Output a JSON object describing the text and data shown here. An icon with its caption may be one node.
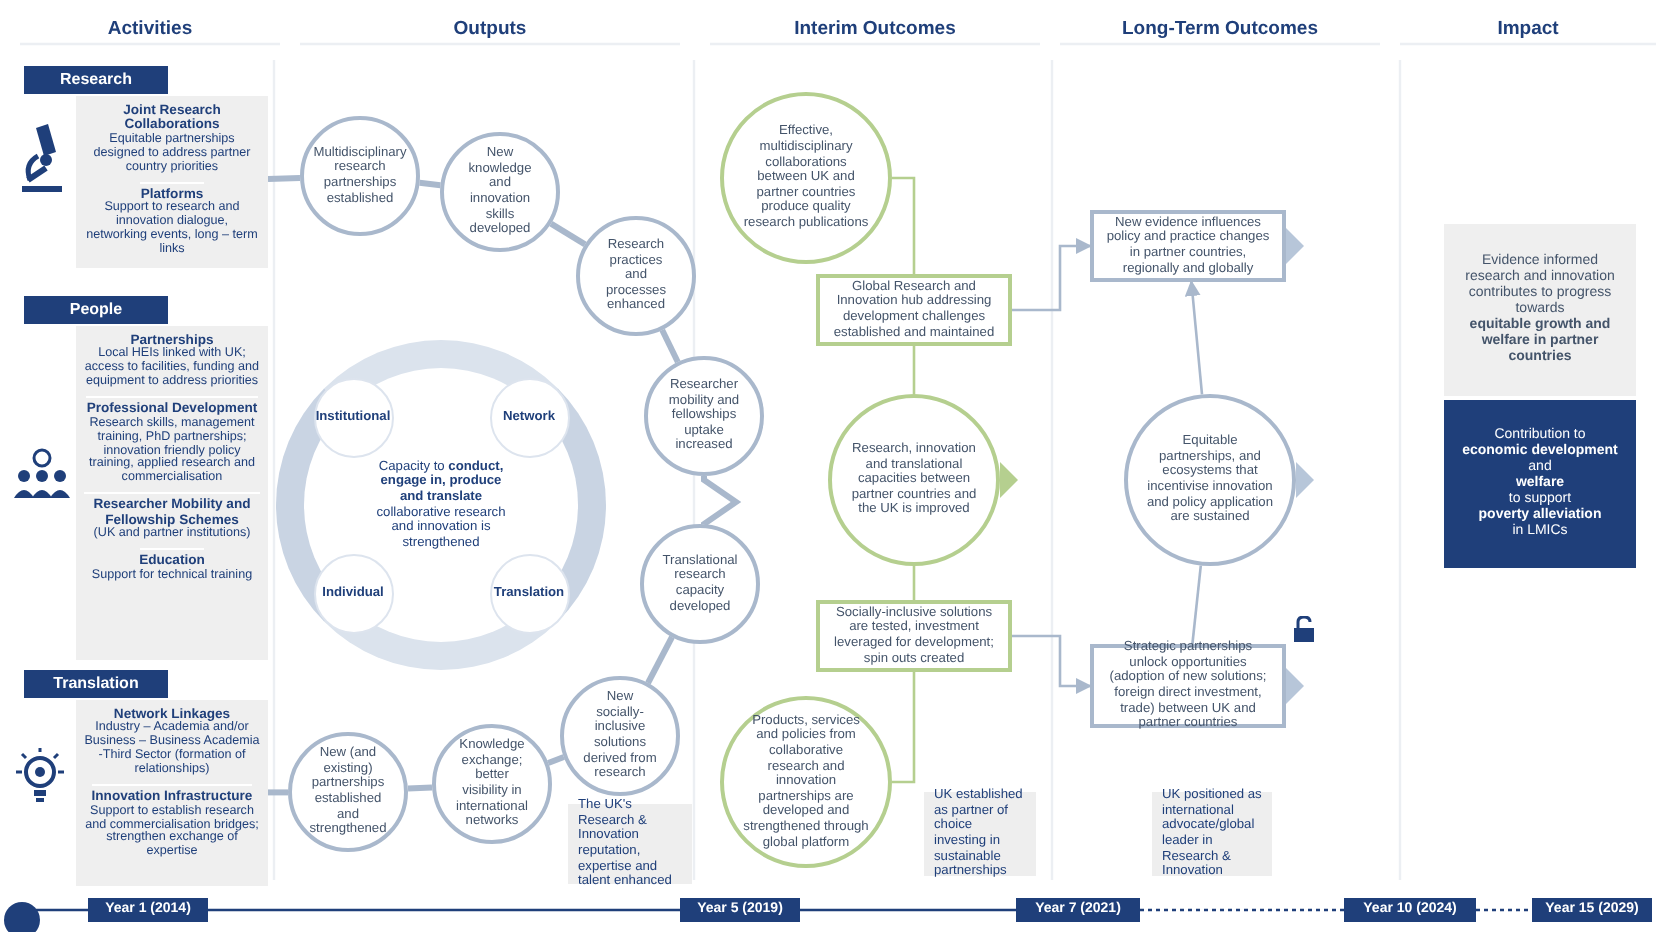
{
  "diagram": {
    "nodes": [
      {
        "text": [
          "Research"
        ]
      },
      {
        "text": [
          "Joint Research Collaborations",
          "Equitable partnerships designed to address partner country priorities",
          "Platforms",
          "Support to research and innovation dialogue, networking events, long – term links"
        ]
      },
      {
        "text": [
          "People"
        ]
      },
      {
        "text": [
          "Partnerships",
          "Local HEIs linked with UK; access to facilities, funding and equipment to address priorities",
          "Professional Development",
          "Research skills, management training, PhD partnerships; innovation friendly policy training, applied research and commercialisation",
          "Researcher Mobility and Fellowship Schemes",
          "(UK and partner institutions)",
          "Education",
          "Support for technical training"
        ]
      },
      {
        "text": [
          "Translation"
        ]
      },
      {
        "text": [
          "Network Linkages",
          "Industry – Academia and/or Business – Business Academia -Third Sector (formation of relationships)",
          "Innovation Infrastructure",
          "Support to establish research and commercialisation bridges; strengthen exchange of expertise"
        ]
      },
      {
        "text": [
          "Multidisciplinary research partnerships established"
        ]
      },
      {
        "text": [
          "New knowledge and innovation skills developed"
        ]
      },
      {
        "text": [
          "Research practices and processes enhanced"
        ]
      },
      {
        "text": [
          "Researcher mobility and fellowships uptake increased"
        ]
      },
      {
        "text": [
          "Translational research capacity developed"
        ]
      },
      {
        "text": [
          "New socially-inclusive solutions derived from research"
        ]
      },
      {
        "text": [
          "Knowledge exchange; better visibility in international networks"
        ]
      },
      {
        "text": [
          "New (and existing) partnerships established and strengthened"
        ]
      },
      {
        "text": [
          "Capacity to **conduct, engage in, produce and translate** collaborative research and innovation is strengthened"
        ]
      },
      {
        "text": [
          "Institutional"
        ],
        "in": 14
      },
      {
        "text": [
          "Network"
        ],
        "in": 14
      },
      {
        "text": [
          "Individual"
        ],
        "in": 14
      },
      {
        "text": [
          "Translation"
        ],
        "in": 14
      },
      {
        "text": [
          "The UK's Research & Innovation reputation, expertise and talent enhanced"
        ]
      },
      {
        "text": [
          "Effective, multidisciplinary collaborations between UK and partner countries produce quality research publications"
        ]
      },
      {
        "text": [
          "Global Research and Innovation hub addressing development challenges established and maintained"
        ]
      },
      {
        "text": [
          "Research, innovation and translational capacities between partner countries and the UK is improved"
        ]
      },
      {
        "text": [
          "Socially-inclusive solutions are tested, investment leveraged for development; spin outs created"
        ]
      },
      {
        "text": [
          "Products, services and policies from collaborative research and innovation partnerships are developed and strengthened through global platform"
        ]
      },
      {
        "text": [
          "UK established as partner of choice investing in sustainable partnerships"
        ]
      },
      {
        "text": [
          "New evidence influences policy and practice changes in partner countries, regionally and globally"
        ]
      },
      {
        "text": [
          "Equitable partnerships, and ecosystems that incentivise innovation and policy application are sustained"
        ]
      },
      {
        "text": [
          "Strategic partnerships unlock opportunities (adoption of new solutions; foreign direct investment, trade) between UK and partner countries"
        ]
      },
      {
        "text": [
          "UK positioned as international advocate/global leader in Research & Innovation"
        ]
      },
      {
        "text": [
          "Evidence informed research and innovation contributes to progress towards **equitable growth and welfare in partner countries**"
        ]
      },
      {
        "text": [
          "Contribution to **economic development** and **welfare** to support **poverty alleviation** in LMICs"
        ]
      },
      {
        "text": [],
        "shape": "circle"
      },
      {
        "text": [
          "Year 1 (2014)"
        ]
      },
      {
        "text": [
          "Year 5 (2019)"
        ]
      },
      {
        "text": [
          "Year 7 (2021)"
        ]
      },
      {
        "text": [
          "Year 10 (2024)"
        ]
      },
      {
        "text": [
          "Year 15 (2029)"
        ]
      }
    ],
    "edges": [
      {
        "from": 1,
        "to": 6,
        "arrow": "none",
        "style": "thick"
      },
      {
        "from": 5,
        "to": 13,
        "arrow": "none",
        "style": "thick"
      },
      {
        "from": 6,
        "to": 7,
        "arrow": "none",
        "style": "thick"
      },
      {
        "from": 7,
        "to": 8,
        "arrow": "none",
        "style": "thick"
      },
      {
        "from": 8,
        "to": 9,
        "arrow": "none",
        "style": "thick"
      },
      {
        "from": 9,
        "to": 10,
        "arrow": "none",
        "style": "thick"
      },
      {
        "from": 10,
        "to": 11,
        "arrow": "none",
        "style": "thick"
      },
      {
        "from": 11,
        "to": 12,
        "arrow": "none",
        "style": "thick"
      },
      {
        "from": 12,
        "to": 13,
        "arrow": "none",
        "style": "thick"
      },
      {
        "from": 20,
        "to": 21,
        "arrow": "none",
        "color": "#b5cf8f"
      },
      {
        "from": 21,
        "to": 22,
        "arrow": "none",
        "color": "#b5cf8f"
      },
      {
        "from": 22,
        "to": 23,
        "arrow": "none",
        "color": "#b5cf8f"
      },
      {
        "from": 23,
        "to": 24,
        "arrow": "none",
        "color": "#b5cf8f"
      },
      {
        "from": 21,
        "to": 26,
        "arrow": "to"
      },
      {
        "from": 23,
        "to": 28,
        "arrow": "to"
      },
      {
        "from": 27,
        "to": 26,
        "arrow": "to"
      },
      {
        "from": 27,
        "to": 28,
        "arrow": "none"
      },
      {
        "from": 32,
        "to": 33,
        "arrow": "none",
        "color": "#1f3f7a"
      },
      {
        "from": 33,
        "to": 34,
        "arrow": "none",
        "color": "#1f3f7a"
      },
      {
        "from": 34,
        "to": 35,
        "arrow": "none",
        "color": "#1f3f7a"
      },
      {
        "from": 35,
        "to": 36,
        "arrow": "none",
        "style": "dashed",
        "color": "#1f3f7a"
      },
      {
        "from": 36,
        "to": 37,
        "arrow": "none",
        "style": "dashed",
        "color": "#1f3f7a"
      }
    ],
    "labels": [
      "Activities",
      "Outputs",
      "Interim Outcomes",
      "Long-Term Outcomes",
      "Impact"
    ]
  }
}
